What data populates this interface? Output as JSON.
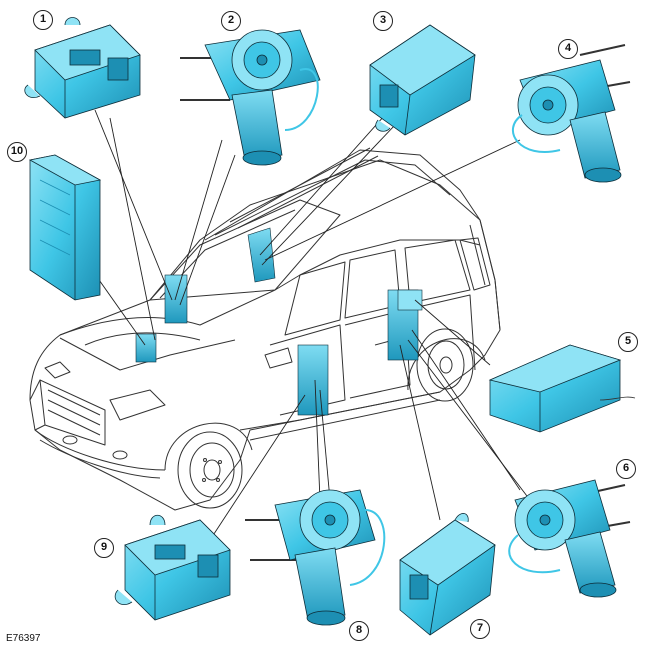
{
  "figure": {
    "reference_code": "E76397",
    "callouts": [
      "1",
      "2",
      "3",
      "4",
      "5",
      "6",
      "7",
      "8",
      "9",
      "10"
    ]
  },
  "colors": {
    "component_fill": "#3fc6e6",
    "component_dark": "#1d8fb3",
    "component_light": "#8fe3f5",
    "outline": "#0d2e3a",
    "vehicle_line": "#333333",
    "leader_line": "#222222"
  }
}
